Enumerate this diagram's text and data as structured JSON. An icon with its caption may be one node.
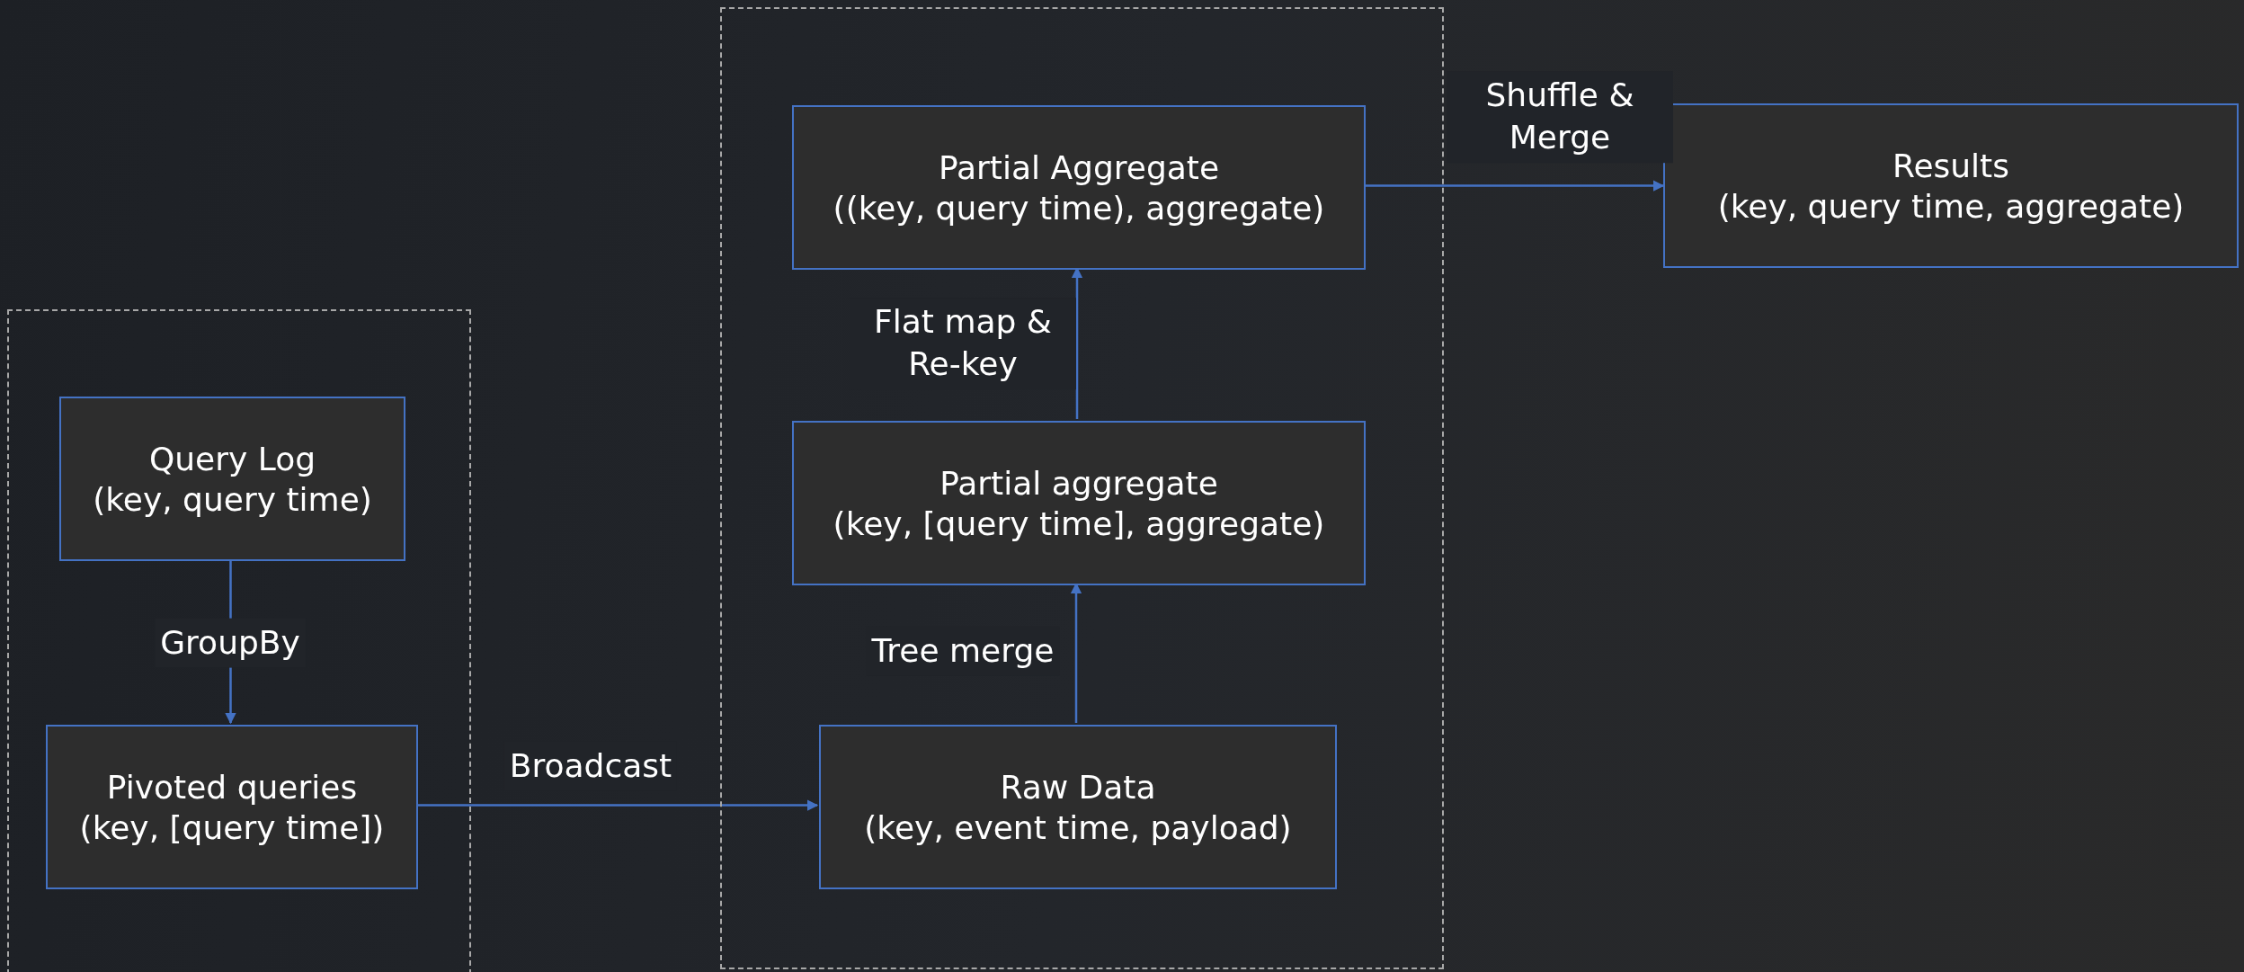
{
  "diagram": {
    "nodes": [
      {
        "text": [],
        "shape": "box"
      },
      {
        "text": [
          "Query Log",
          "(key, query time)"
        ],
        "in": 0
      },
      {
        "text": [
          "Pivoted queries",
          "(key, [query time])"
        ],
        "in": 0
      },
      {
        "text": [],
        "shape": "box"
      },
      {
        "text": [
          "Partial Aggregate",
          "((key, query time), aggregate)"
        ],
        "in": 3
      },
      {
        "text": [
          "Partial aggregate",
          "(key, [query time], aggregate)"
        ],
        "in": 3
      },
      {
        "text": [
          "Raw Data",
          "(key, event time, payload)"
        ],
        "in": 3
      },
      {
        "text": [
          "Results",
          "(key, query time, aggregate)"
        ]
      }
    ],
    "edges": [
      {
        "from": 1,
        "to": 2,
        "arrow": "to",
        "label": "GroupBy"
      },
      {
        "from": 2,
        "to": 6,
        "arrow": "to",
        "label": "Broadcast"
      },
      {
        "from": 6,
        "to": 5,
        "arrow": "to",
        "label": "Tree merge"
      },
      {
        "from": 5,
        "to": 4,
        "arrow": "to",
        "label": "Flat map & Re-key"
      },
      {
        "from": 4,
        "to": 7,
        "arrow": "to",
        "label": "Shuffle & Merge"
      }
    ]
  }
}
